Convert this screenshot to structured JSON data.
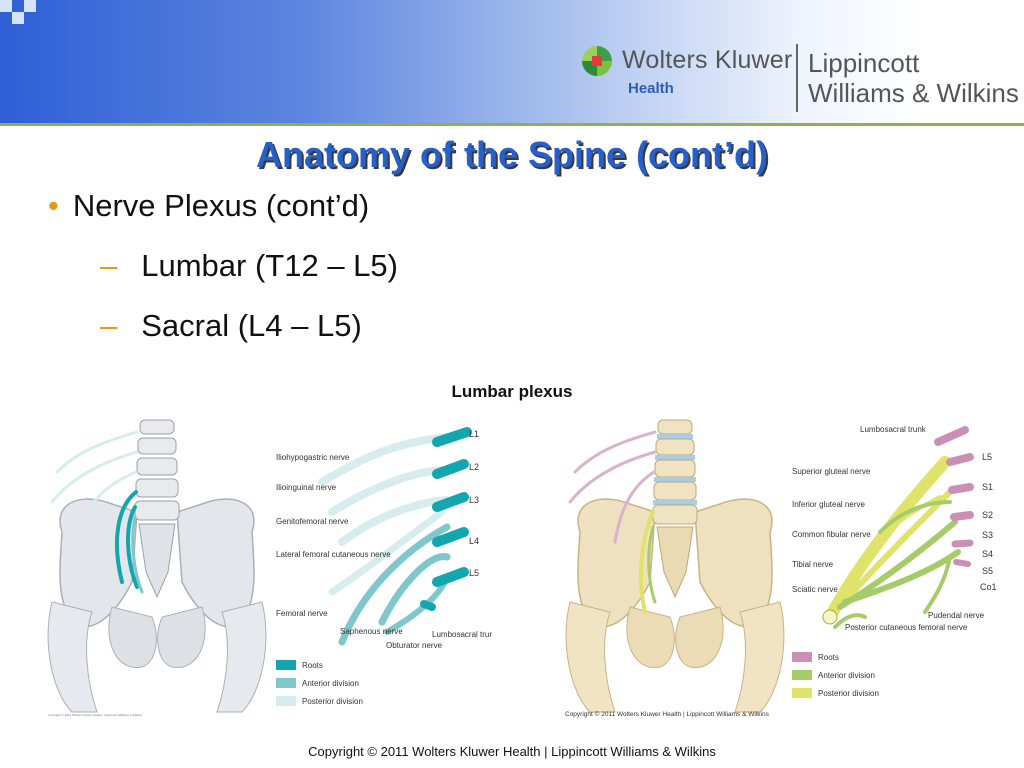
{
  "header": {
    "brand": "Wolters Kluwer",
    "brand_sub": "Health",
    "partner_line1": "Lippincott",
    "partner_line2": "Williams & Wilkins",
    "colors": {
      "accent": "#2760c9",
      "bullet": "#e39a16",
      "rule": "#8fb04a"
    }
  },
  "slide": {
    "title": "Anatomy of the Spine (cont’d)",
    "bullet1": "Nerve Plexus (cont’d)",
    "sub1": "Lumbar (T12 – L5)",
    "sub2": "Sacral (L4 – L5)",
    "figure_caption": "Lumbar plexus"
  },
  "lumbar_figure": {
    "levels": [
      "L1",
      "L2",
      "L3",
      "L4",
      "L5"
    ],
    "nerves": {
      "iliohypogastric": "Iliohypogastric nerve",
      "ilioinguinal": "Ilioinguinal nerve",
      "genitofemoral": "Genitofemoral nerve",
      "lateral_femoral": "Lateral femoral cutaneous nerve",
      "femoral": "Femoral nerve",
      "saphenous": "Saphenous nerve",
      "obturator": "Obturator nerve",
      "lumbosacral": "Lumbosacral trunk"
    },
    "legend": {
      "roots": "Roots",
      "anterior": "Anterior division",
      "posterior": "Posterior division"
    },
    "colors": {
      "roots": "#14a6ae",
      "anterior": "#7fc7cc",
      "posterior": "#d6ecee"
    },
    "copyright": "Copyright © 2011 Wolters Kluwer Health | Lippincott Williams & Wilkins"
  },
  "sacral_figure": {
    "levels": [
      "L5",
      "S1",
      "S2",
      "S3",
      "S4",
      "S5",
      "Co1"
    ],
    "nerves": {
      "trunk": "Lumbosacral trunk",
      "sup_gluteal": "Superior gluteal nerve",
      "inf_gluteal": "Inferior gluteal nerve",
      "common_fibular": "Common fibular nerve",
      "tibial": "Tibial nerve",
      "sciatic": "Sciatic nerve",
      "posterior_cut": "Posterior cutaneous femoral nerve",
      "pudendal": "Pudendal nerve"
    },
    "legend": {
      "roots": "Roots",
      "anterior": "Anterior division",
      "posterior": "Posterior division"
    },
    "colors": {
      "roots": "#c98fb4",
      "anterior": "#a6cc6a",
      "posterior": "#dfe36a"
    },
    "copyright": "Copyright © 2011 Wolters Kluwer Health | Lippincott Williams & Wilkins"
  },
  "footer": {
    "copyright": "Copyright © 2011 Wolters Kluwer Health | Lippincott Williams & Wilkins"
  }
}
